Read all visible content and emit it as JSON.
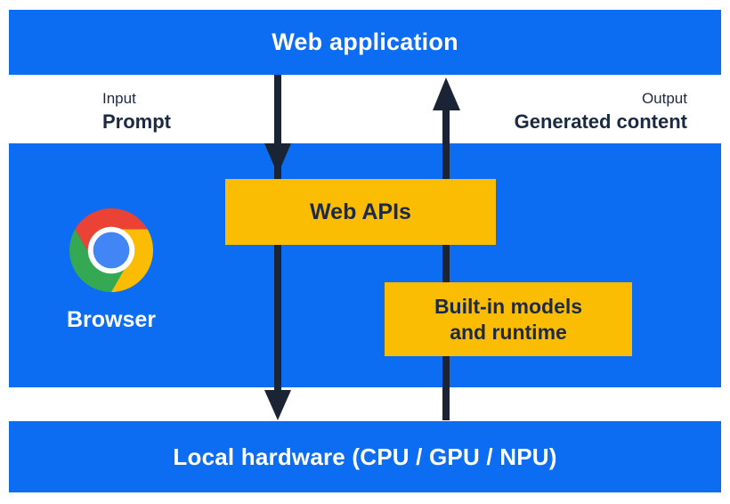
{
  "layers": {
    "web_application": "Web application",
    "local_hardware": "Local hardware (CPU / GPU / NPU)"
  },
  "io": {
    "input_title": "Input",
    "input_value": "Prompt",
    "output_title": "Output",
    "output_value": "Generated content"
  },
  "browser": {
    "label": "Browser",
    "icon": "chrome-logo"
  },
  "components": {
    "web_apis": "Web APIs",
    "builtin_line1": "Built-in models",
    "builtin_line2": "and runtime"
  },
  "colors": {
    "band_blue": "#0c6cf2",
    "box_yellow": "#fbbc04",
    "arrow_dark": "#1a2435",
    "text_dark": "#1b2a42",
    "text_white": "#ffffff",
    "chrome_red": "#ea4335",
    "chrome_green": "#34a853",
    "chrome_yellow": "#fbbc04",
    "chrome_blue": "#4285f4"
  }
}
